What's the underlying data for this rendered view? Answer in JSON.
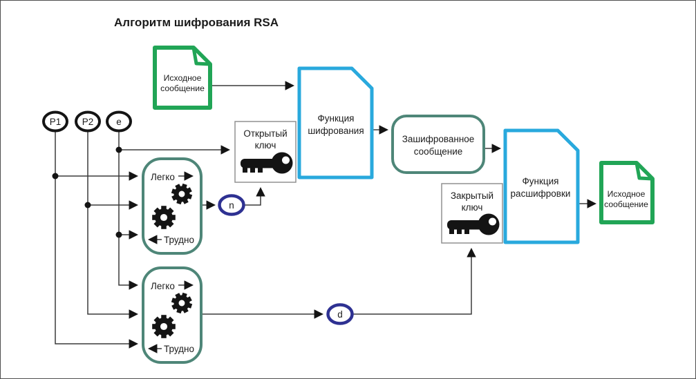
{
  "title": "Алгоритм шифрования RSA",
  "nodes": {
    "source_message": {
      "line1": "Исходное",
      "line2": "сообщение"
    },
    "encryption_function": {
      "line1": "Функция",
      "line2": "шифрования"
    },
    "encrypted_message": {
      "line1": "Зашифрованное",
      "line2": "сообщение"
    },
    "decryption_function": {
      "line1": "Функция",
      "line2": "расшифровки"
    },
    "decrypted_message": {
      "line1": "Исходное",
      "line2": "сообщение"
    },
    "public_key": {
      "line1": "Открытый",
      "line2": "ключ"
    },
    "private_key": {
      "line1": "Закрытый",
      "line2": "ключ"
    },
    "prime1": "P1",
    "prime2": "P2",
    "public_exponent": "e",
    "modulus": "n",
    "private_exponent": "d",
    "easy_label": "Легко",
    "hard_label": "Трудно"
  },
  "colors": {
    "document_green": "#21a556",
    "function_blue": "#29a9dd",
    "box_teal": "#4e8678",
    "ellipse_navy": "#2e3192",
    "line_dark": "#3a3a3a",
    "key_box_border": "#919191"
  }
}
